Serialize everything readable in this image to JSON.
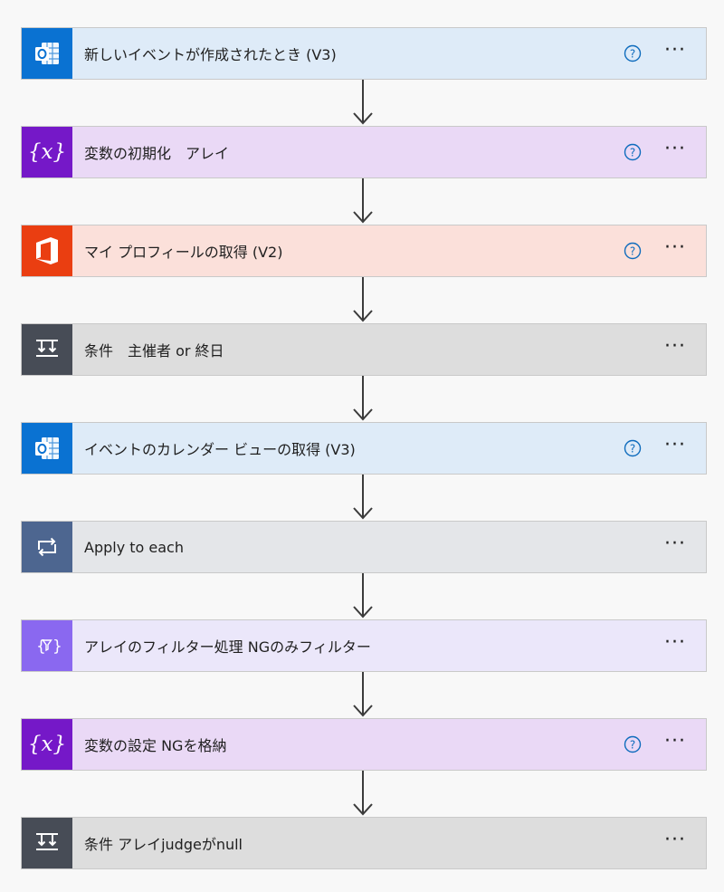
{
  "flow": {
    "steps": [
      {
        "title": "新しいイベントが作成されたとき (V3)",
        "icon": "outlook-icon",
        "has_help": true,
        "bg": "#deebf8",
        "icon_bg": "#0a72d2"
      },
      {
        "title": "変数の初期化　アレイ",
        "icon": "variable-icon",
        "has_help": true,
        "bg": "#ead9f6",
        "icon_bg": "#7518c8"
      },
      {
        "title": "マイ プロフィールの取得 (V2)",
        "icon": "office365-icon",
        "has_help": true,
        "bg": "#fbe0da",
        "icon_bg": "#ea3e11"
      },
      {
        "title": "条件　主催者 or 終日",
        "icon": "condition-icon",
        "has_help": false,
        "bg": "#dddddd",
        "icon_bg": "#474c56"
      },
      {
        "title": "イベントのカレンダー ビューの取得 (V3)",
        "icon": "outlook-icon",
        "has_help": true,
        "bg": "#deebf8",
        "icon_bg": "#0a72d2"
      },
      {
        "title": "Apply to each",
        "icon": "loop-icon",
        "has_help": false,
        "bg": "#e4e6e9",
        "icon_bg": "#4d6690"
      },
      {
        "title": "アレイのフィルター処理 NGのみフィルター",
        "icon": "filter-array-icon",
        "has_help": false,
        "bg": "#ebe7fa",
        "icon_bg": "#8a68f0"
      },
      {
        "title": "変数の設定 NGを格納",
        "icon": "variable-icon",
        "has_help": true,
        "bg": "#ead9f6",
        "icon_bg": "#7518c8"
      },
      {
        "title": "条件 アレイjudgeがnull",
        "icon": "condition-icon",
        "has_help": false,
        "bg": "#dddddd",
        "icon_bg": "#474c56"
      }
    ],
    "help_glyph": "?",
    "more_glyph": "···",
    "help_color": "#0f6cbd",
    "connector_color": "#3b3b3b"
  }
}
